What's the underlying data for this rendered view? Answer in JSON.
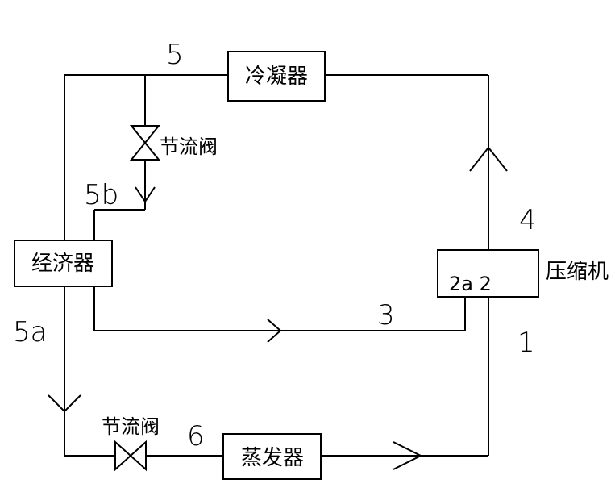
{
  "components": {
    "condenser": "冷凝器",
    "economizer": "经济器",
    "compressor": "压缩机",
    "evaporator": "蒸发器",
    "throttle_top": "节流阀",
    "throttle_bottom": "节流阀"
  },
  "state_points": {
    "p5": "5",
    "p5b": "5b",
    "p5a": "5a",
    "p4": "4",
    "p3": "3",
    "p1": "1",
    "p6": "6",
    "p2a2": "2a 2"
  }
}
